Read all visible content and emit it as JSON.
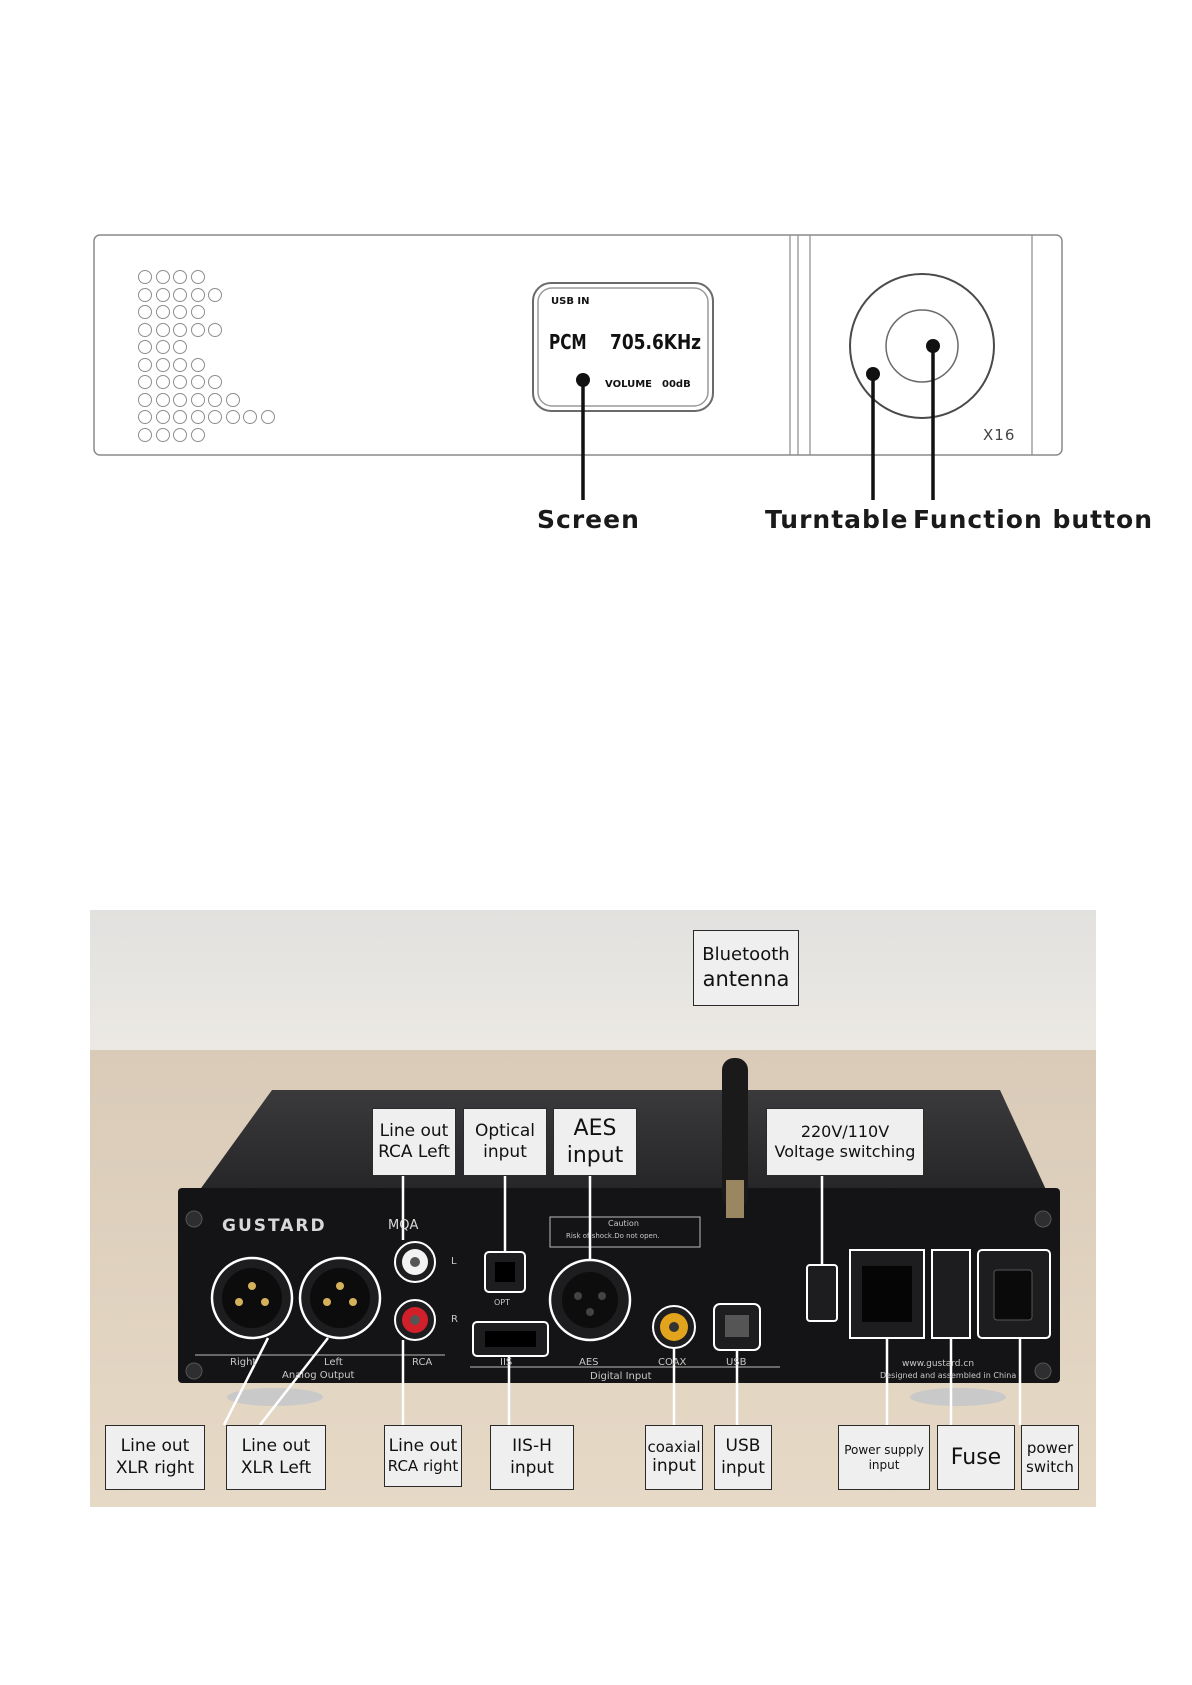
{
  "front_panel": {
    "screen": {
      "source": "USB IN",
      "format": "PCM",
      "sample_rate": "705.6KHz",
      "volume_label": "VOLUME",
      "volume_value": "00dB"
    },
    "model": "X16",
    "callouts": {
      "screen": "Screen",
      "turntable": "Turntable",
      "function_button": "Function button"
    },
    "vent_rows": [
      4,
      5,
      4,
      5,
      3,
      4,
      5,
      6,
      8,
      4
    ]
  },
  "rear_panel": {
    "brand": "GUSTARD",
    "mqa": "MQA",
    "caution_title": "Caution",
    "caution_text": "Risk of shock.Do not open.",
    "panel_labels": {
      "right": "Right",
      "left": "Left",
      "rca": "RCA",
      "analog_output": "Analog Output",
      "l": "L",
      "r": "R",
      "opt": "OPT",
      "iis": "IIS",
      "aes": "AES",
      "coax": "COAX",
      "usb": "USB",
      "digital_input": "Digital Input",
      "website": "www.gustard.cn",
      "made_in": "Designed and assembled in China"
    },
    "callouts": {
      "bluetooth": [
        "Bluetooth",
        "antenna"
      ],
      "line_out_rca_left": [
        "Line out",
        "RCA Left"
      ],
      "optical_input": [
        "Optical",
        "input"
      ],
      "aes_input": [
        "AES",
        "input"
      ],
      "voltage_switching": [
        "220V/110V",
        "Voltage switching"
      ],
      "line_out_xlr_right": [
        "Line out",
        "XLR  right"
      ],
      "line_out_xlr_left": [
        "Line out",
        "XLR Left"
      ],
      "line_out_rca_right": [
        "Line out",
        "RCA right"
      ],
      "iis_h_input": [
        "IIS-H",
        "input"
      ],
      "coaxial_input": [
        "coaxial",
        "input"
      ],
      "usb_input": [
        "USB",
        "input"
      ],
      "power_supply_input": [
        "Power supply",
        "input"
      ],
      "fuse": [
        "Fuse"
      ],
      "power_switch": [
        "power",
        "switch"
      ]
    }
  }
}
